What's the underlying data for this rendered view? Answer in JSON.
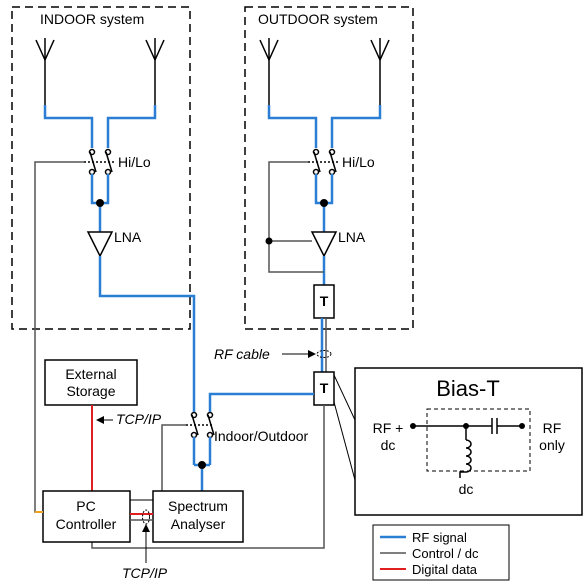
{
  "indoor": {
    "title": "INDOOR system",
    "switch_label": "Hi/Lo",
    "lna_label": "LNA"
  },
  "outdoor": {
    "title": "OUTDOOR system",
    "switch_label": "Hi/Lo",
    "lna_label": "LNA",
    "biast_letter": "T"
  },
  "rf_cable_label": "RF cable",
  "lower_biast_letter": "T",
  "indoor_outdoor_switch_label": "Indoor/Outdoor",
  "external_storage": {
    "line1": "External",
    "line2": "Storage"
  },
  "pc_controller": {
    "line1": "PC",
    "line2": "Controller"
  },
  "spectrum_analyser": {
    "line1": "Spectrum",
    "line2": "Analyser"
  },
  "tcpip_top": "TCP/IP",
  "tcpip_bottom": "TCP/IP",
  "bias_t_detail": {
    "title": "Bias-T",
    "left_line1": "RF +",
    "left_line2": "dc",
    "right_line1": "RF",
    "right_line2": "only",
    "bottom": "dc"
  },
  "legend": {
    "items": [
      {
        "label": "RF signal",
        "color": "#2a7fd4"
      },
      {
        "label": "Control / dc",
        "color": "#555555"
      },
      {
        "label": "Digital data",
        "color": "#e02020"
      }
    ]
  },
  "colors": {
    "rf": "#2a7fd4",
    "control": "#555555",
    "digital": "#e02020",
    "pc_link": "#f0a020"
  }
}
